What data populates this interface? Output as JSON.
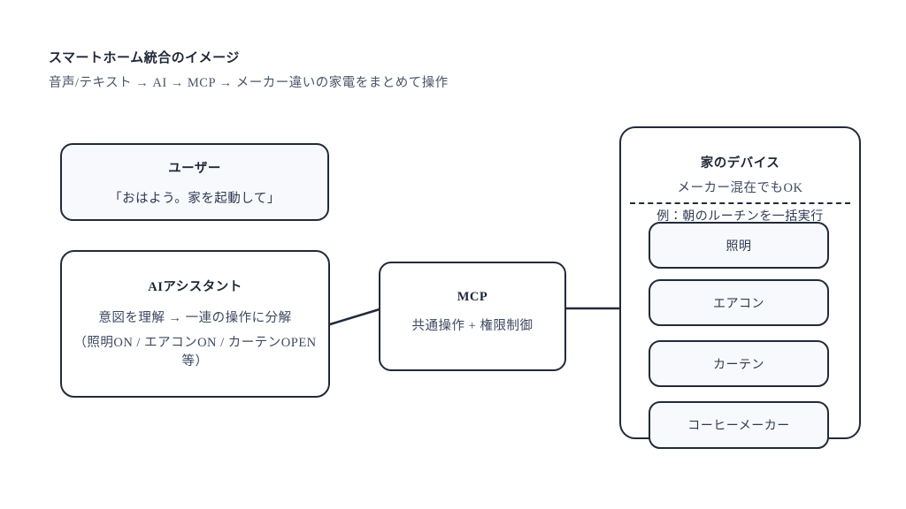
{
  "header": {
    "title": "スマートホーム統合のイメージ",
    "subtitle": "音声/テキスト → AI → MCP → メーカー違いの家電をまとめて操作"
  },
  "colors": {
    "background": "#ffffff",
    "outline": "#222a39",
    "light_fill": "#f8f9fc",
    "heading_text": "#1f2737",
    "body_text": "#3d4960"
  },
  "diagram": {
    "user_box": {
      "title": "ユーザー",
      "quote": "「おはよう。家を起動して」"
    },
    "ai_box": {
      "title": "AIアシスタント",
      "line1": "意図を理解 → 一連の操作に分解",
      "line2": "（照明ON / エアコンON / カーテンOPEN 等）"
    },
    "mcp_box": {
      "title": "MCP",
      "line1": "共通操作 + 権限制御"
    },
    "devices_panel": {
      "title": "家のデバイス",
      "subtitle": "メーカー混在でもOK",
      "example": "例：朝のルーチンを一括実行",
      "devices": [
        {
          "label": "照明"
        },
        {
          "label": "エアコン"
        },
        {
          "label": "カーテン"
        },
        {
          "label": "コーヒーメーカー"
        }
      ]
    }
  }
}
